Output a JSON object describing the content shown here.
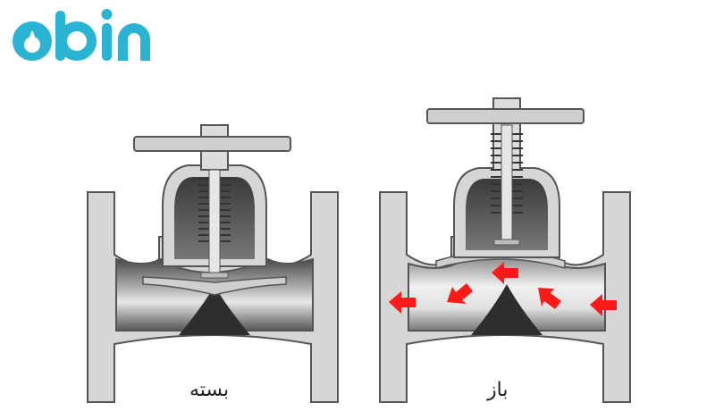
{
  "logo": {
    "text": "obin",
    "color": "#2bb3d3"
  },
  "valves": [
    {
      "state": "closed",
      "label": "بسته"
    },
    {
      "state": "open",
      "label": "باز"
    }
  ],
  "colors": {
    "flow_arrow": "#ff1a1a",
    "body": "#d9d9d9",
    "pipe_dark": "#3a3a3a",
    "outline": "#555555"
  }
}
